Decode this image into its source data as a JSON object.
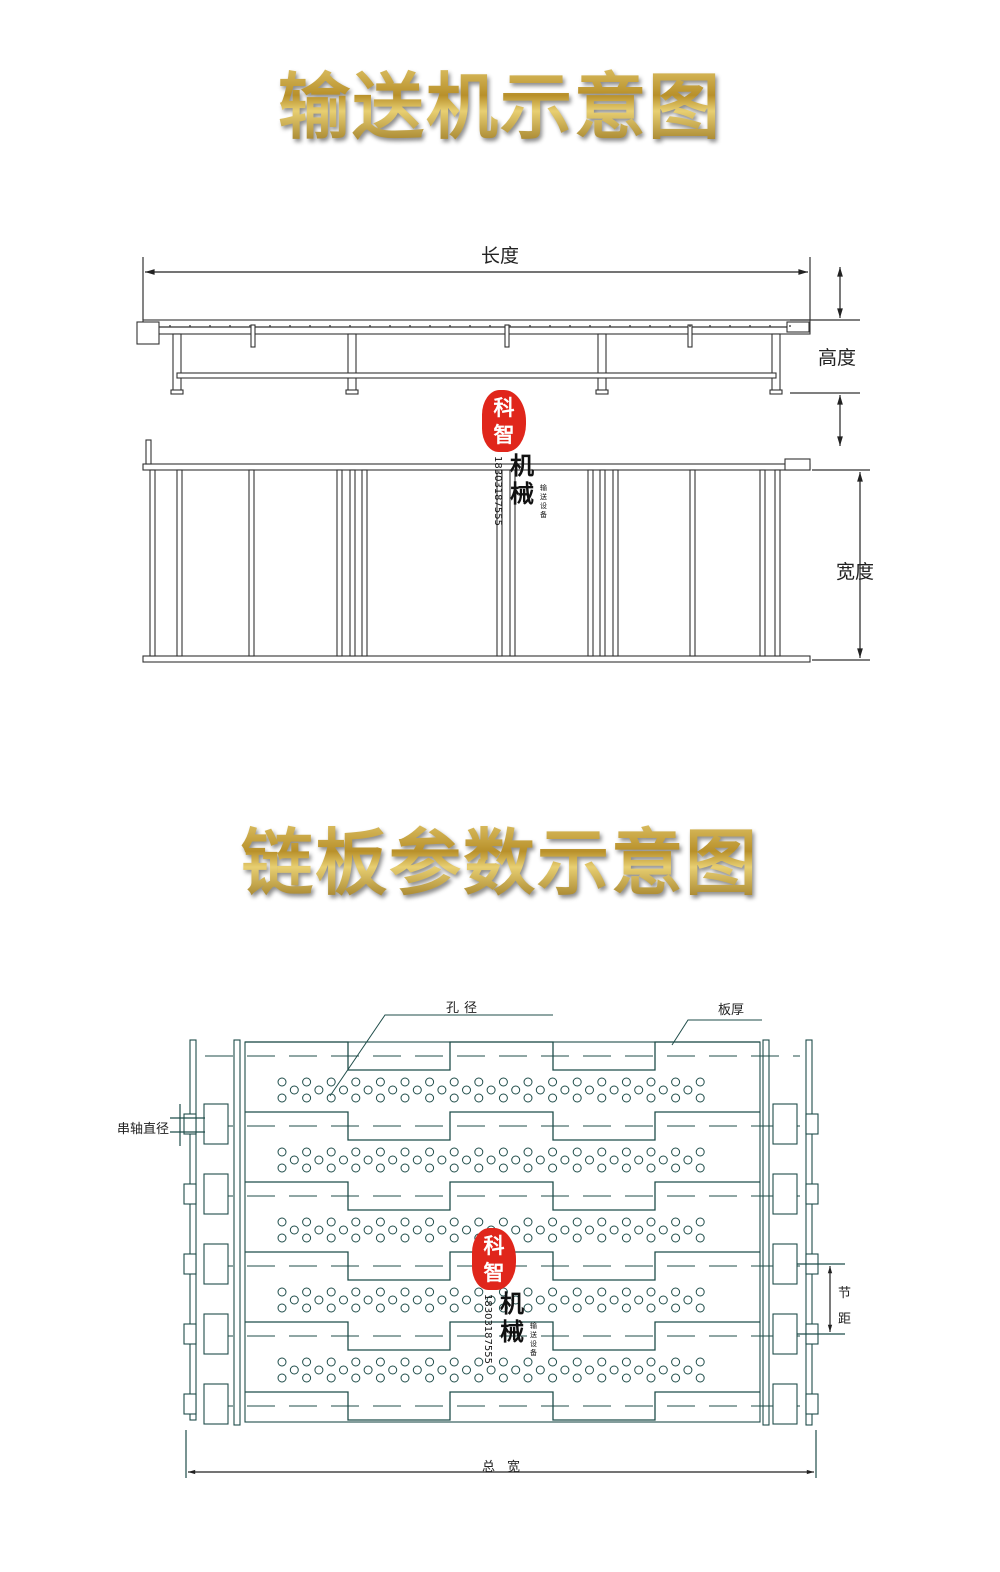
{
  "section1": {
    "title": "输送机示意图",
    "length_label": "长度",
    "height_label": "高度",
    "width_label": "宽度"
  },
  "section2": {
    "title": "链板参数示意图",
    "hole_label": "孔径",
    "thickness_label": "板厚",
    "shaft_label": "串轴直径",
    "pitch_label_1": "节",
    "pitch_label_2": "距",
    "total_width_label": "总宽"
  },
  "logo": {
    "seal_text_1": "科",
    "seal_text_2": "智",
    "name_1": "机",
    "name_2": "械",
    "phone": "18303187555",
    "subtitle": "输送设备"
  },
  "colors": {
    "line": "#333333",
    "chain_line": "#1f4d4a",
    "seal": "#e0261b",
    "gold": "#c9a93a"
  }
}
